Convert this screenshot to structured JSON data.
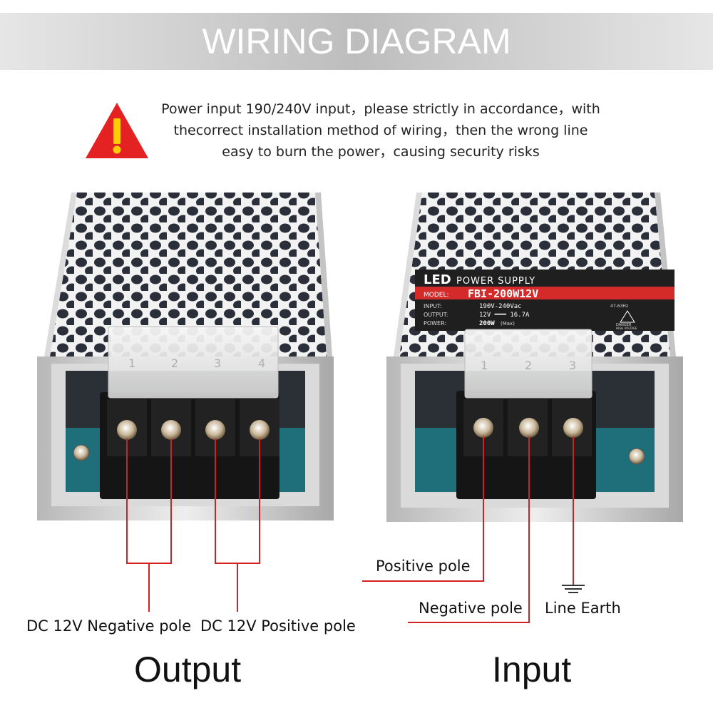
{
  "banner": {
    "title": "WIRING DIAGRAM"
  },
  "warning": {
    "icon": "warning-triangle-icon",
    "line1": "Power input 190/240V input，please strictly in accordance，with",
    "line2": "thecorrect installation method of wiring，then the wrong line",
    "line3": "easy to burn the power，causing security risks"
  },
  "left_unit": {
    "terminals": [
      "1",
      "2",
      "3",
      "4"
    ],
    "labels": {
      "negative": "DC 12V Negative pole",
      "positive": "DC 12V Positive pole"
    },
    "caption": "Output"
  },
  "right_unit": {
    "label_plate": {
      "brand": "LED",
      "product": "POWER SUPPLY",
      "model_key": "MODEL:",
      "model": "FBI-200W12V",
      "input_key": "INPUT:",
      "input": "190V-240Vac",
      "freq": "47-63Hz",
      "output_key": "OUTPUT:",
      "output": "12V ═══ 16.7A",
      "power_key": "POWER:",
      "power": "200W",
      "power_note": "(Max)",
      "danger": "DANGER",
      "danger_sub": "HIGH VOLTAGE"
    },
    "terminals": [
      "1",
      "2",
      "3"
    ],
    "labels": {
      "positive": "Positive pole",
      "negative": "Negative pole",
      "earth": "Line Earth"
    },
    "caption": "Input"
  },
  "colors": {
    "wire": "#d42020",
    "warning": "#e52222",
    "banner": "#c8c8c8",
    "plate": "#1f1f1f",
    "plate_stripe": "#d42a2a"
  }
}
